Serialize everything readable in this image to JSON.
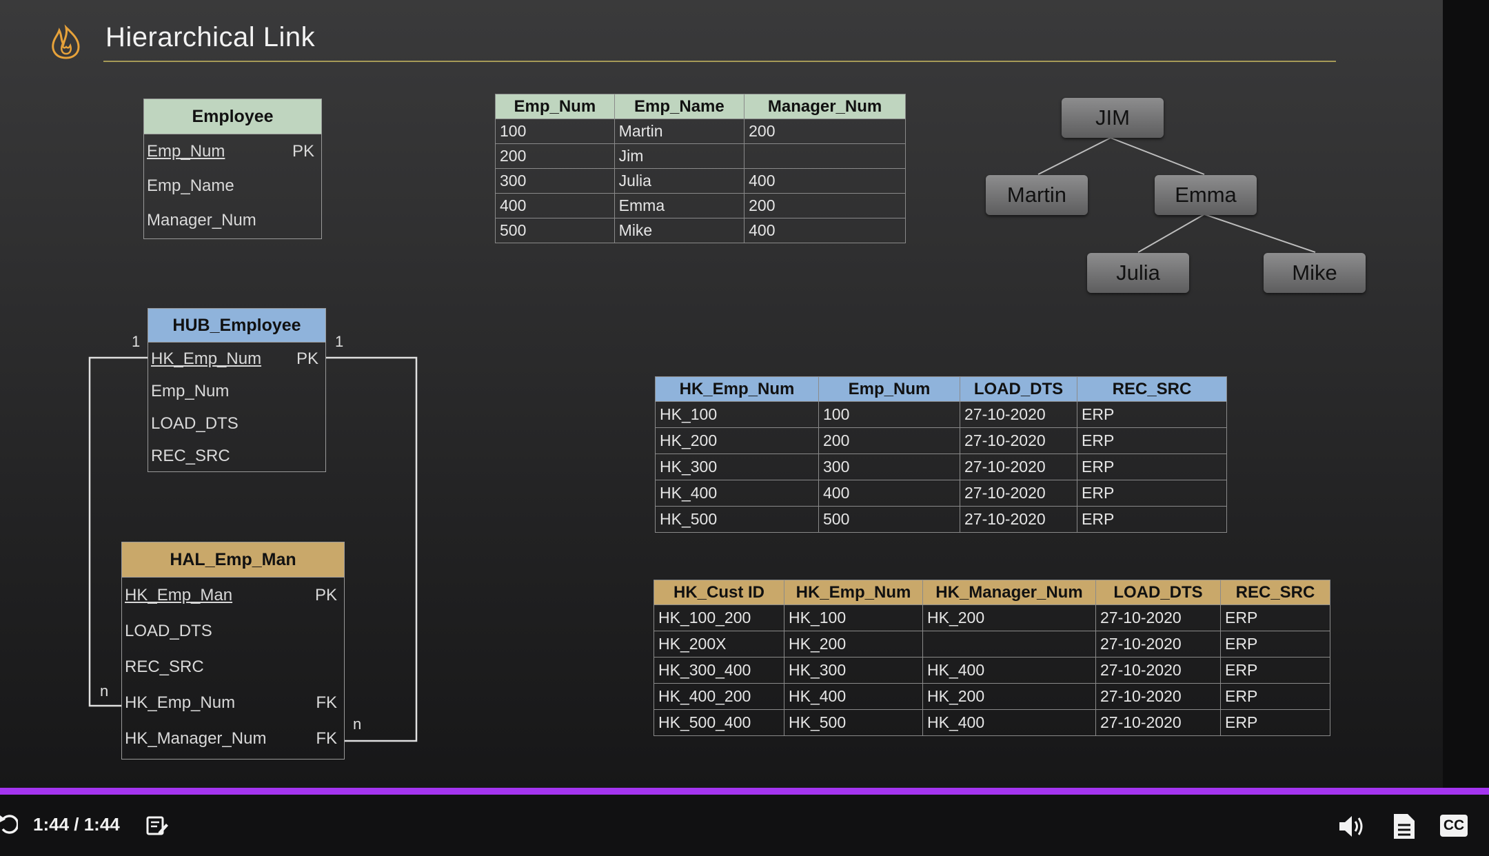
{
  "slide": {
    "title": "Hierarchical Link",
    "logo_icon": "flame-logo-icon",
    "accent_line_color": "#a69a57"
  },
  "employee_entity": {
    "title": "Employee",
    "header_color": "#bfd5bf",
    "fields": [
      {
        "name": "Emp_Num",
        "key": "PK"
      },
      {
        "name": "Emp_Name",
        "key": ""
      },
      {
        "name": "Manager_Num",
        "key": ""
      }
    ]
  },
  "employee_table": {
    "header_color": "#bfd5bf",
    "columns": [
      "Emp_Num",
      "Emp_Name",
      "Manager_Num"
    ],
    "rows": [
      [
        "100",
        "Martin",
        "200"
      ],
      [
        "200",
        "Jim",
        ""
      ],
      [
        "300",
        "Julia",
        "400"
      ],
      [
        "400",
        "Emma",
        "200"
      ],
      [
        "500",
        "Mike",
        "400"
      ]
    ]
  },
  "org_chart": {
    "nodes": [
      "JIM",
      "Martin",
      "Emma",
      "Julia",
      "Mike"
    ]
  },
  "hub_entity": {
    "title": "HUB_Employee",
    "header_color": "#8fb3db",
    "fields": [
      {
        "name": "HK_Emp_Num",
        "key": "PK"
      },
      {
        "name": "Emp_Num",
        "key": ""
      },
      {
        "name": "LOAD_DTS",
        "key": ""
      },
      {
        "name": "REC_SRC",
        "key": ""
      }
    ]
  },
  "hal_entity": {
    "title": "HAL_Emp_Man",
    "header_color": "#c9a86a",
    "fields": [
      {
        "name": "HK_Emp_Man",
        "key": "PK"
      },
      {
        "name": "LOAD_DTS",
        "key": ""
      },
      {
        "name": "REC_SRC",
        "key": ""
      },
      {
        "name": "HK_Emp_Num",
        "key": "FK"
      },
      {
        "name": "HK_Manager_Num",
        "key": "FK"
      }
    ]
  },
  "cardinality": {
    "hub_left": "1",
    "hub_right": "1",
    "hal_left": "n",
    "hal_right": "n"
  },
  "hub_table": {
    "header_color": "#8fb3db",
    "columns": [
      "HK_Emp_Num",
      "Emp_Num",
      "LOAD_DTS",
      "REC_SRC"
    ],
    "rows": [
      [
        "HK_100",
        "100",
        "27-10-2020",
        "ERP"
      ],
      [
        "HK_200",
        "200",
        "27-10-2020",
        "ERP"
      ],
      [
        "HK_300",
        "300",
        "27-10-2020",
        "ERP"
      ],
      [
        "HK_400",
        "400",
        "27-10-2020",
        "ERP"
      ],
      [
        "HK_500",
        "500",
        "27-10-2020",
        "ERP"
      ]
    ]
  },
  "hal_table": {
    "header_color": "#c9a86a",
    "columns": [
      "HK_Cust ID",
      "HK_Emp_Num",
      "HK_Manager_Num",
      "LOAD_DTS",
      "REC_SRC"
    ],
    "rows": [
      [
        "HK_100_200",
        "HK_100",
        "HK_200",
        "27-10-2020",
        "ERP"
      ],
      [
        "HK_200X",
        "HK_200",
        "",
        "27-10-2020",
        "ERP"
      ],
      [
        "HK_300_400",
        "HK_300",
        "HK_400",
        "27-10-2020",
        "ERP"
      ],
      [
        "HK_400_200",
        "HK_400",
        "HK_200",
        "27-10-2020",
        "ERP"
      ],
      [
        "HK_500_400",
        "HK_500",
        "HK_400",
        "27-10-2020",
        "ERP"
      ]
    ]
  },
  "player": {
    "time": "1:44 / 1:44",
    "progress": 1.0,
    "progress_color": "#a435f0",
    "icons": [
      "replay-icon",
      "notes-icon",
      "volume-icon",
      "transcript-icon",
      "captions-icon"
    ],
    "captions_label": "CC"
  }
}
